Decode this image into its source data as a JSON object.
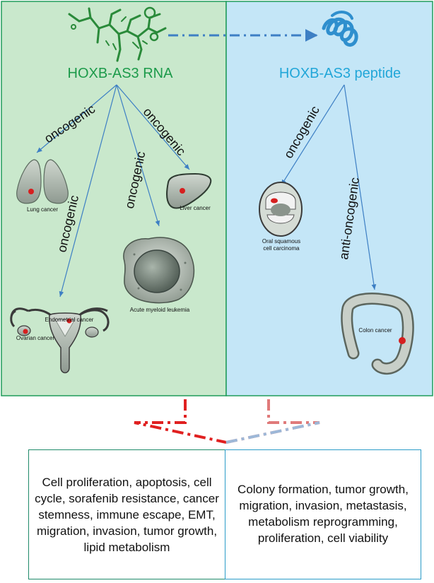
{
  "colors": {
    "rna_panel_bg": "#c9e8cc",
    "peptide_panel_bg": "#c4e6f7",
    "rna_accent": "#1c9a4a",
    "peptide_accent": "#21a6d8",
    "arrow": "#3d7fc4",
    "tumor_dot": "#d61f1f",
    "dashed_red": "#e02020",
    "dashed_blue": "#9db8d8"
  },
  "rna_panel": {
    "title": "HOXB-AS3 RNA",
    "branches": [
      {
        "label": "oncogenic",
        "target": "Lung cancer"
      },
      {
        "label": "oncogenic",
        "target": "Endometrial cancer"
      },
      {
        "label": "oncogenic",
        "target": "Acute myeloid leukemia"
      },
      {
        "label": "oncogenic",
        "target": "Liver cancer"
      }
    ],
    "organs": {
      "lung": "Lung cancer",
      "liver": "Liver cancer",
      "aml": "Acute myeloid leukemia",
      "endometrial": "Endometrial cancer",
      "ovarian": "Ovarian cancer"
    }
  },
  "peptide_panel": {
    "title": "HOXB-AS3 peptide",
    "branches": [
      {
        "label": "oncogenic",
        "target": "Oral squamous cell carcinoma"
      },
      {
        "label": "anti-oncogenic",
        "target": "Colon cancer"
      }
    ],
    "organs": {
      "oral_line1": "Oral squamous",
      "oral_line2": "cell carcinoma",
      "colon": "Colon cancer"
    }
  },
  "functions": {
    "rna": "Cell proliferation, apoptosis, cell cycle, sorafenib resistance, cancer stemness, immune escape, EMT, migration, invasion, tumor growth, lipid metabolism",
    "peptide": "Colony formation, tumor growth, migration, invasion, metastasis, metabolism reprogramming, proliferation, cell viability"
  },
  "icons": [
    "rna-structure-icon",
    "peptide-coil-icon",
    "lung-icon",
    "liver-icon",
    "cell-icon",
    "uterus-icon",
    "mouth-icon",
    "colon-icon"
  ]
}
